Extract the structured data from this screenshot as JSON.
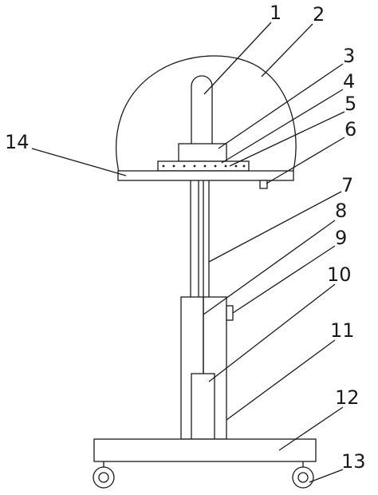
{
  "callouts": [
    {
      "id": "c1",
      "text": "1"
    },
    {
      "id": "c2",
      "text": "2"
    },
    {
      "id": "c3",
      "text": "3"
    },
    {
      "id": "c4",
      "text": "4"
    },
    {
      "id": "c5",
      "text": "5"
    },
    {
      "id": "c6",
      "text": "6"
    },
    {
      "id": "c7",
      "text": "7"
    },
    {
      "id": "c8",
      "text": "8"
    },
    {
      "id": "c9",
      "text": "9"
    },
    {
      "id": "c10",
      "text": "10"
    },
    {
      "id": "c11",
      "text": "11"
    },
    {
      "id": "c12",
      "text": "12"
    },
    {
      "id": "c13",
      "text": "13"
    },
    {
      "id": "c14",
      "text": "14"
    }
  ],
  "colors": {
    "line": "#1a1a1a",
    "background": "#ffffff"
  }
}
